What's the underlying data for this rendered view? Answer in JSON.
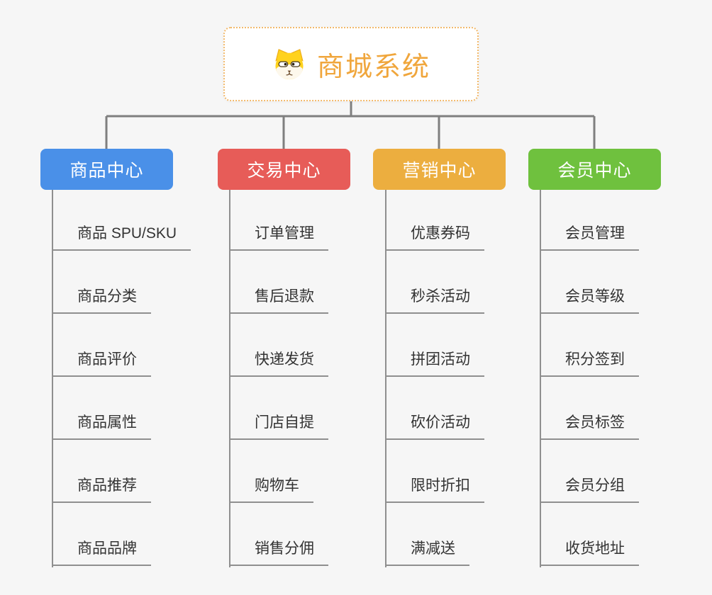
{
  "page": {
    "background_color": "#f6f6f6"
  },
  "root": {
    "title": "商城系统",
    "icon": "shiba-dog-face-icon",
    "title_color": "#f0a63c",
    "border_color": "#f2b96b",
    "background_color": "#ffffff"
  },
  "branches": [
    {
      "label": "商品中心",
      "color": "#4a90e8",
      "items": [
        "商品 SPU/SKU",
        "商品分类",
        "商品评价",
        "商品属性",
        "商品推荐",
        "商品品牌"
      ]
    },
    {
      "label": "交易中心",
      "color": "#e75c58",
      "items": [
        "订单管理",
        "售后退款",
        "快递发货",
        "门店自提",
        "购物车",
        "销售分佣"
      ]
    },
    {
      "label": "营销中心",
      "color": "#ecae3f",
      "items": [
        "优惠券码",
        "秒杀活动",
        "拼团活动",
        "砍价活动",
        "限时折扣",
        "满减送"
      ]
    },
    {
      "label": "会员中心",
      "color": "#6fc13e",
      "items": [
        "会员管理",
        "会员等级",
        "积分签到",
        "会员标签",
        "会员分组",
        "收货地址"
      ]
    }
  ],
  "lines": {
    "connector_color": "#7f7f7f",
    "leaf_line_color": "#8f8f8f"
  }
}
